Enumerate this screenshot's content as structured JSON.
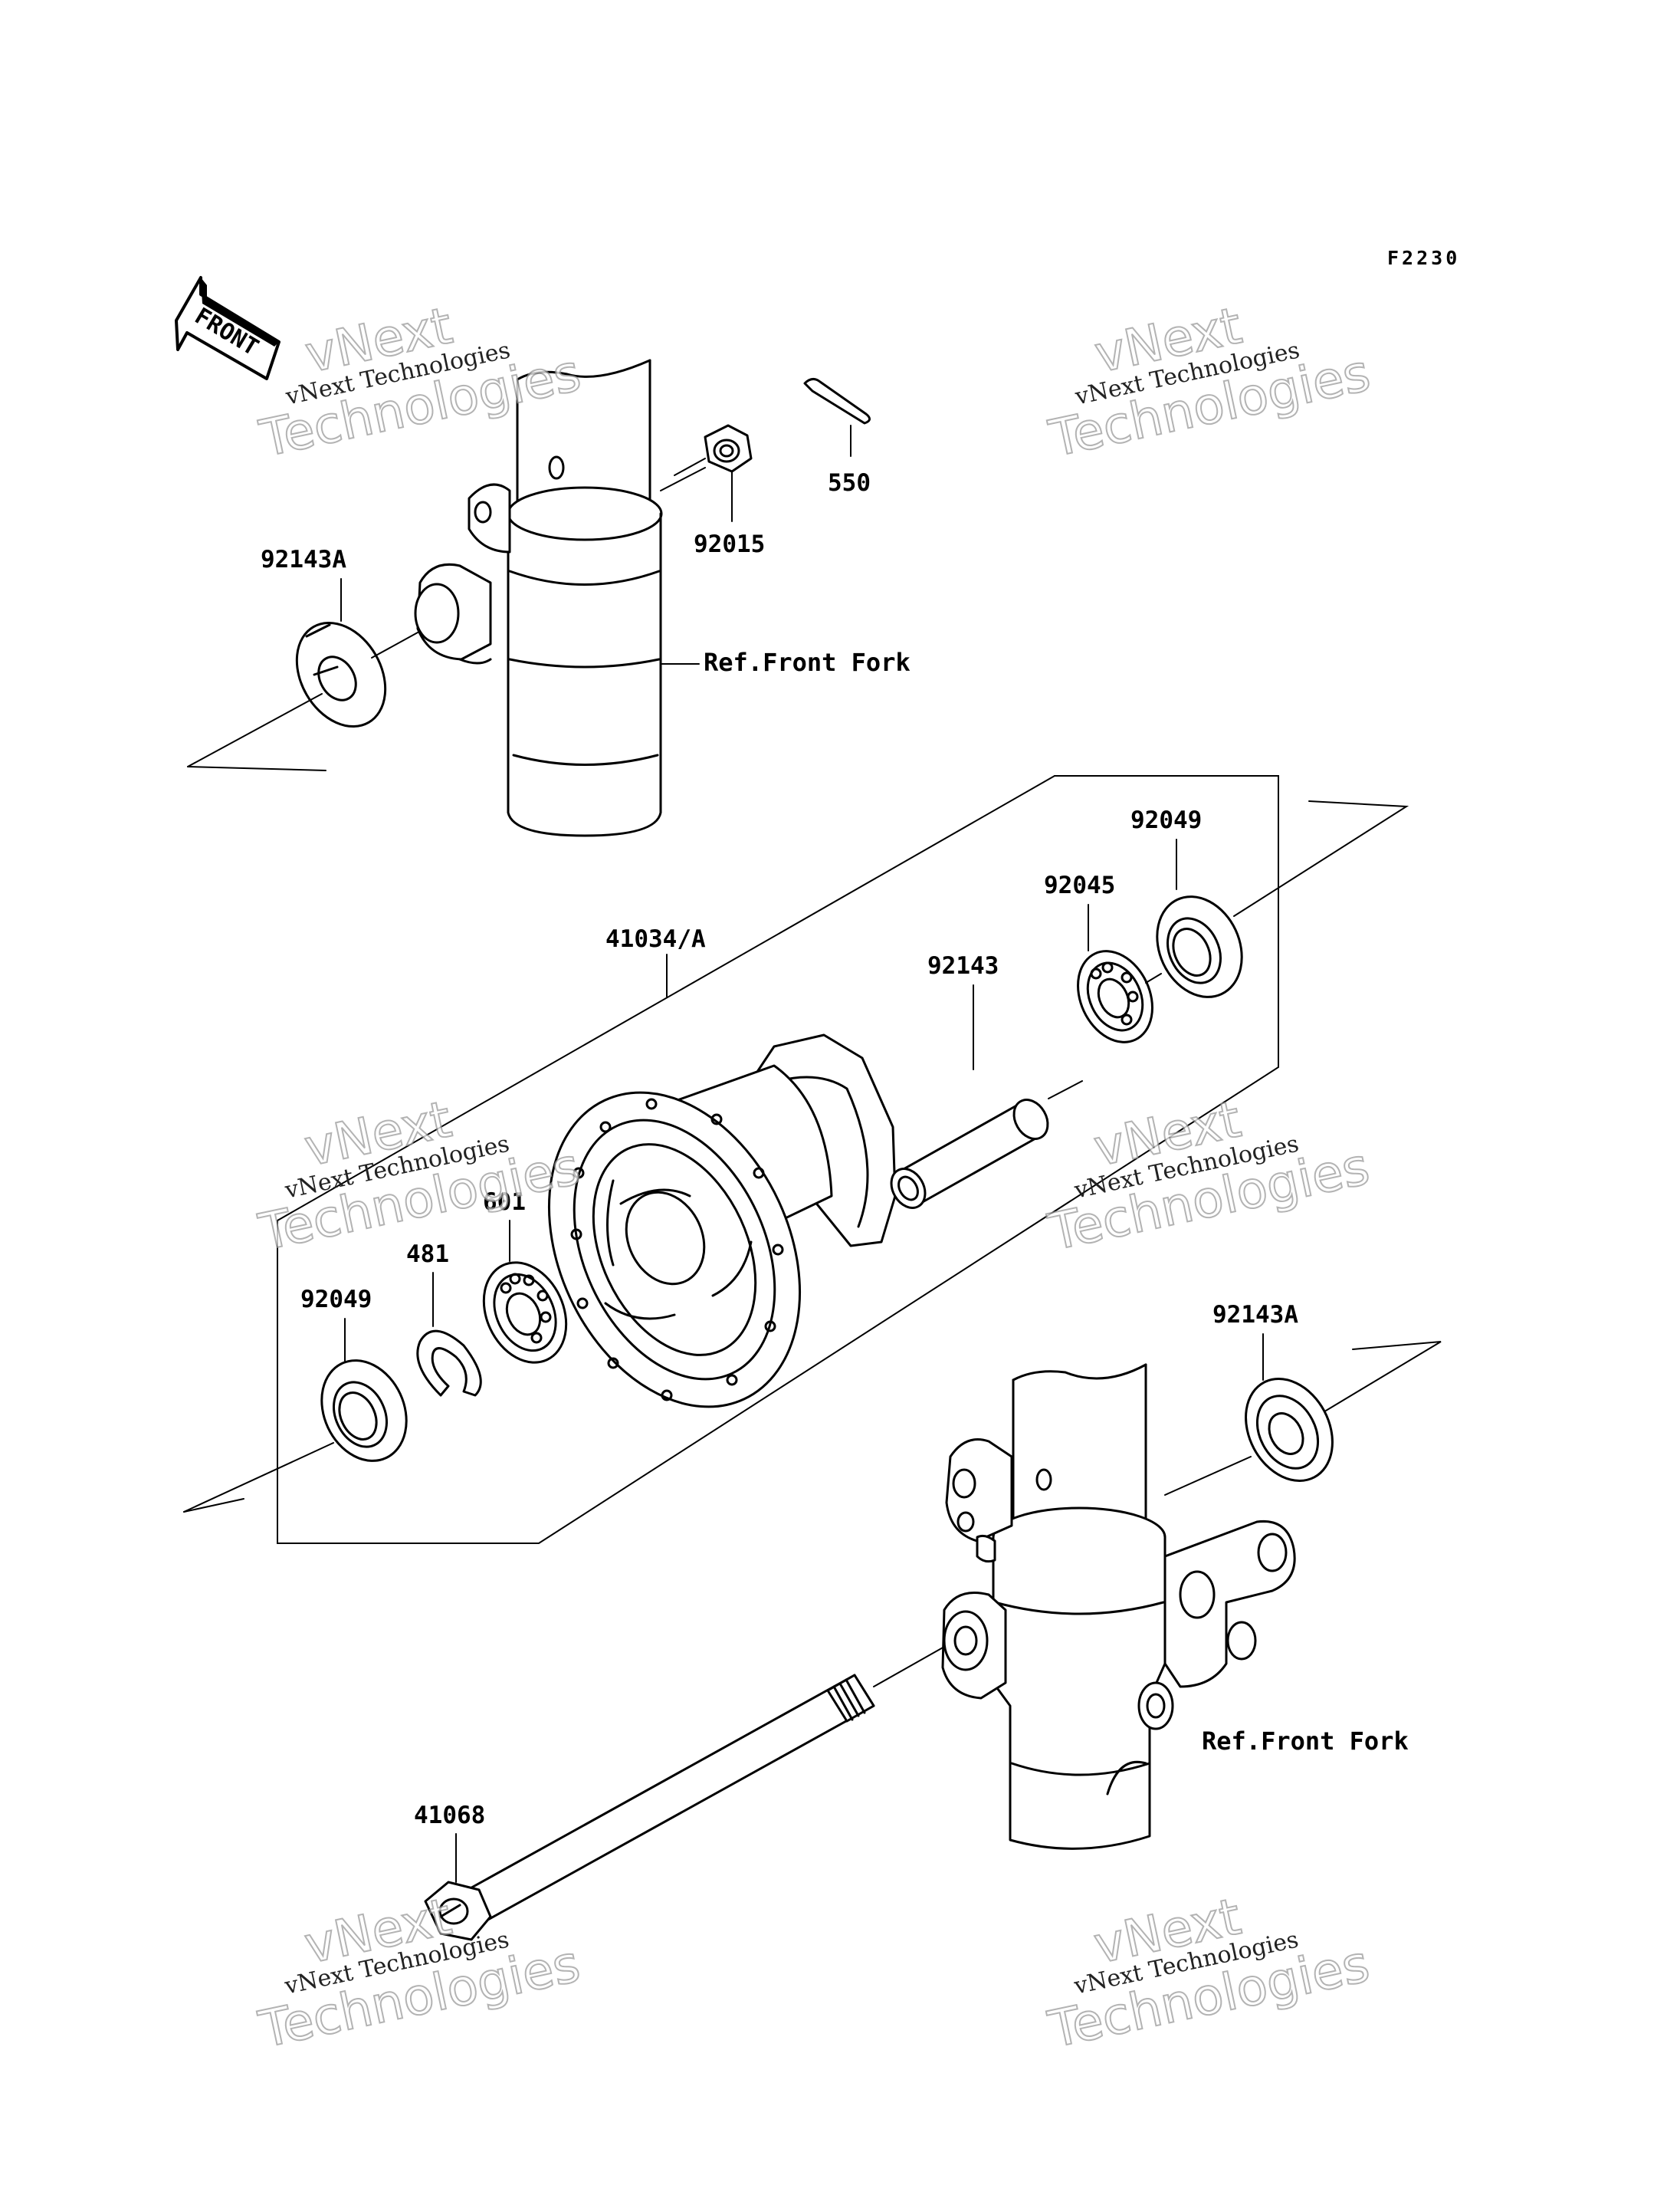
{
  "diagram_code": "F2230",
  "front_arrow": {
    "label": "FRONT",
    "icon": "front-direction-arrow-icon"
  },
  "watermark": {
    "line1": "vNext Technologies",
    "line2": "vNext",
    "line3": "Technologies"
  },
  "references": {
    "front_fork_top": "Ref.Front Fork",
    "front_fork_bottom": "Ref.Front Fork"
  },
  "parts": {
    "p92143A_top": "92143A",
    "p92015": "92015",
    "p550": "550",
    "p41034A": "41034/A",
    "p92049_right": "92049",
    "p92045": "92045",
    "p92143": "92143",
    "p601": "601",
    "p481": "481",
    "p92049_left": "92049",
    "p92143A_bottom": "92143A",
    "p41068": "41068"
  }
}
